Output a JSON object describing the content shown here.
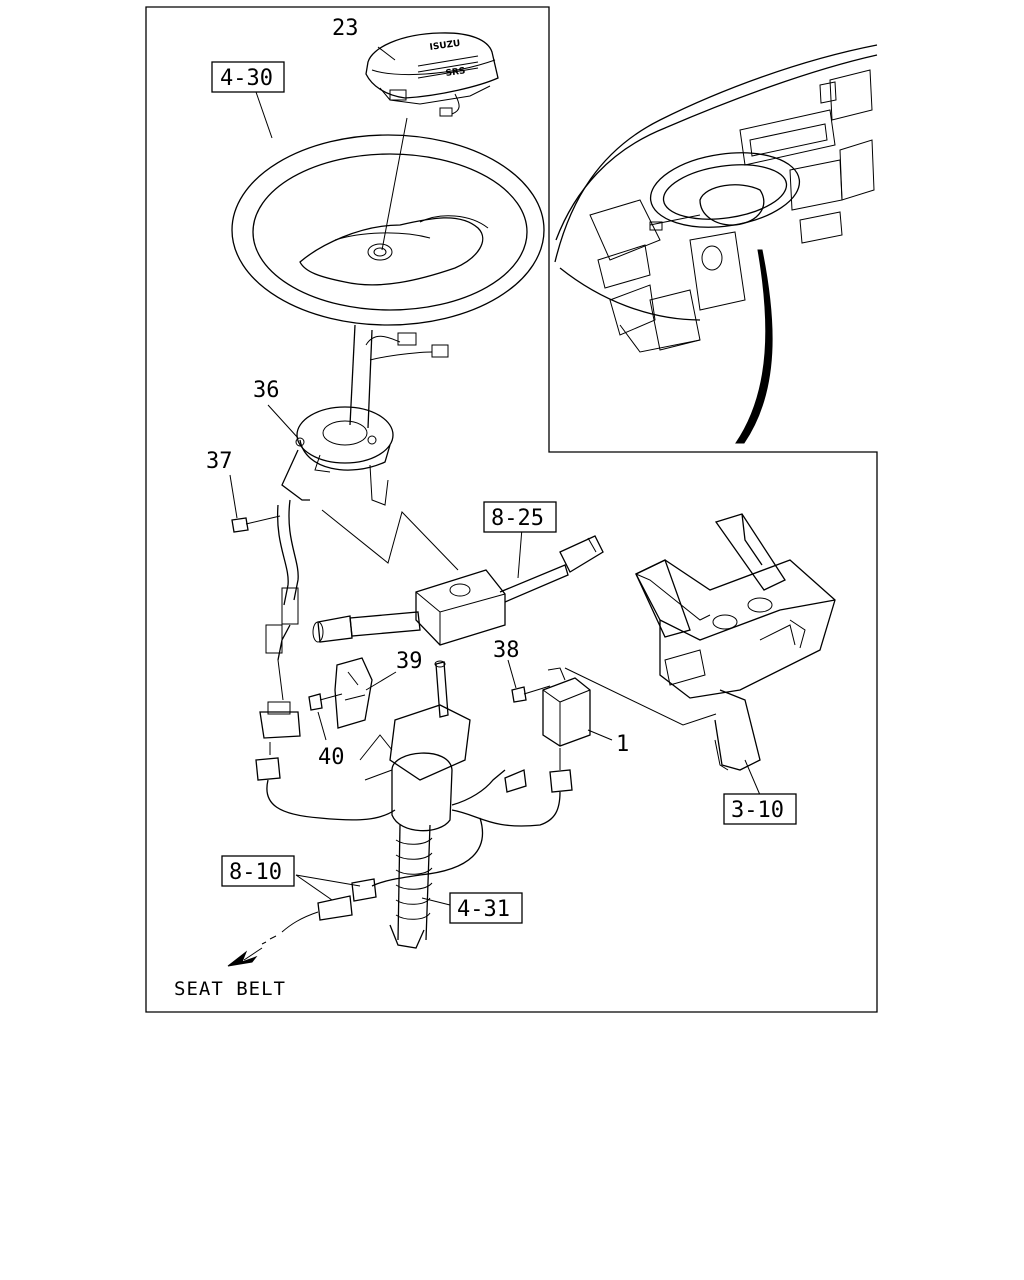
{
  "callouts": {
    "c23": "23",
    "c36": "36",
    "c37": "37",
    "c38": "38",
    "c39": "39",
    "c40": "40",
    "c1": "1"
  },
  "references": {
    "r430": "4-30",
    "r825": "8-25",
    "r310": "3-10",
    "r810": "8-10",
    "r431": "4-31"
  },
  "airbag_logo": {
    "brand": "ISUZU",
    "srs": "SRS"
  },
  "note": "SEAT BELT"
}
